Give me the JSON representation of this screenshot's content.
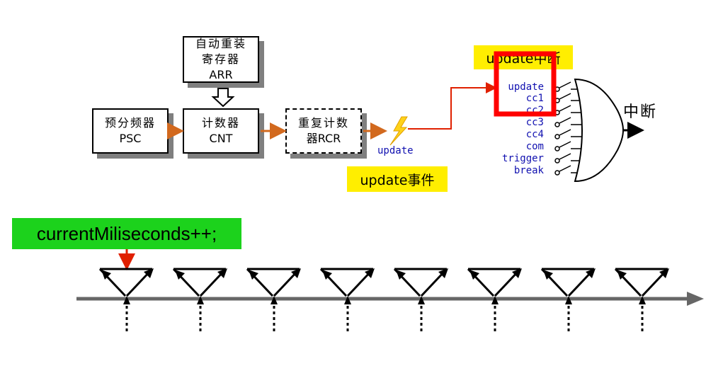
{
  "blocks": {
    "psc": {
      "line1": "预分频器",
      "line2": "PSC"
    },
    "arr": {
      "line1": "自动重装",
      "line2": "寄存器",
      "line3": "ARR"
    },
    "cnt": {
      "line1": "计数器",
      "line2": "CNT"
    },
    "rcr": {
      "line1": "重复计数",
      "line2": "器RCR"
    }
  },
  "labels": {
    "update_small": "update",
    "update_event": "update事件",
    "update_interrupt": "update中断",
    "output": "中断",
    "or_gate": "或"
  },
  "interrupt_sources": [
    "update",
    "cc1",
    "cc2",
    "cc3",
    "cc4",
    "com",
    "trigger",
    "break"
  ],
  "code_label": "currentMiliseconds++;",
  "timeline": {
    "tick_count": 8
  },
  "colors": {
    "arrow_orange": "#d2691e",
    "signal_red": "#e02000",
    "highlight_yellow": "#ffee00",
    "code_green": "#1cd21c",
    "focus_box_red": "#ff0000",
    "source_text_blue": "#1010b0",
    "timeline_gray": "#666666"
  }
}
